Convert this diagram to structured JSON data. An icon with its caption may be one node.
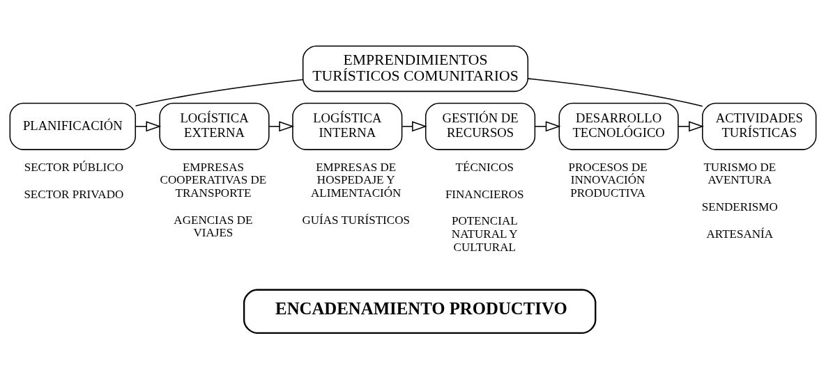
{
  "diagram": {
    "nodes": [
      {
        "text": [
          "EMPRENDIMIENTOS TURÍSTICOS COMUNITARIOS"
        ]
      },
      {
        "text": [
          "PLANIFICACIÓN"
        ],
        "beside": [
          "SECTOR PÚBLICO",
          "SECTOR PRIVADO"
        ]
      },
      {
        "text": [
          "LOGÍSTICA EXTERNA"
        ],
        "beside": [
          "EMPRESAS COOPERATIVAS DE TRANSPORTE",
          "AGENCIAS DE VIAJES"
        ]
      },
      {
        "text": [
          "LOGÍSTICA INTERNA"
        ],
        "beside": [
          "EMPRESAS DE HOSPEDAJE Y ALIMENTACIÓN",
          "GUÍAS TURÍSTICOS"
        ]
      },
      {
        "text": [
          "GESTIÓN DE RECURSOS"
        ],
        "beside": [
          "TÉCNICOS",
          "FINANCIEROS",
          "POTENCIAL NATURAL Y CULTURAL"
        ]
      },
      {
        "text": [
          "DESARROLLO TECNOLÓGICO"
        ],
        "beside": [
          "PROCESOS DE INNOVACIÓN PRODUCTIVA"
        ]
      },
      {
        "text": [
          "ACTIVIDADES TURÍSTICAS"
        ],
        "beside": [
          "TURISMO DE AVENTURA",
          "SENDERISMO",
          "ARTESANÍA"
        ]
      },
      {
        "text": [
          "ENCADENAMIENTO PRODUCTIVO"
        ]
      }
    ],
    "edges": [
      {
        "from": 0,
        "to": 1,
        "arrow": "none"
      },
      {
        "from": 0,
        "to": 6,
        "arrow": "none"
      },
      {
        "from": 1,
        "to": 2,
        "arrow": "to"
      },
      {
        "from": 2,
        "to": 3,
        "arrow": "to"
      },
      {
        "from": 3,
        "to": 4,
        "arrow": "to"
      },
      {
        "from": 4,
        "to": 5,
        "arrow": "to"
      },
      {
        "from": 5,
        "to": 6,
        "arrow": "to"
      }
    ]
  }
}
